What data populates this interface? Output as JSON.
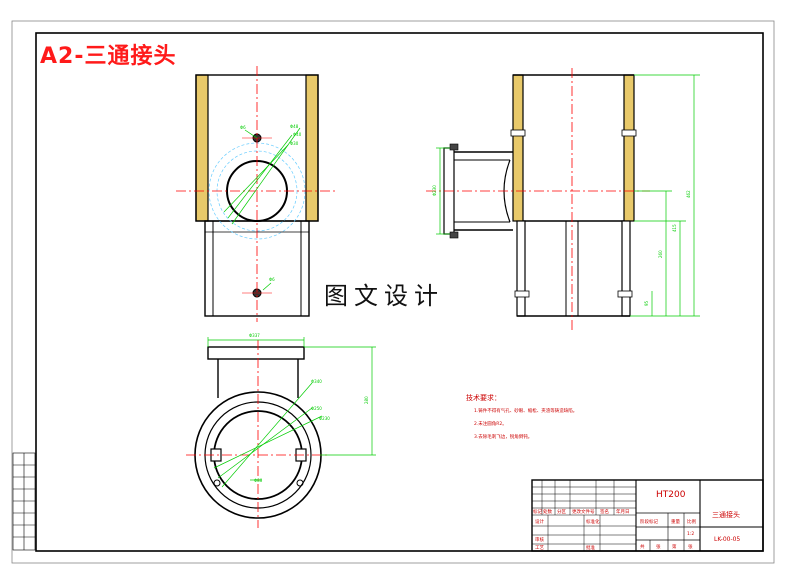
{
  "sheet": {
    "title": "A2-三通接头"
  },
  "watermark": "图文设计",
  "technical_requirements": {
    "title": "技术要求：",
    "items": [
      "1.铸件不得有气孔、砂眼、缩松、夹渣等铸造缺陷。",
      "2.未注圆角R2。",
      "3.去除毛刺飞边，锐角倒钝。"
    ]
  },
  "title_block": {
    "material": "HT200",
    "part_name": "三通接头",
    "drawing_number": "LK-00-05",
    "scale": "1:2",
    "header_labels": [
      "标记",
      "处数",
      "分区",
      "更改文件号",
      "签名",
      "年月日"
    ],
    "row_labels": [
      "设计",
      "审核",
      "工艺"
    ],
    "col_labels": [
      "标准化",
      "批准"
    ],
    "stage_labels": [
      "阶段标记",
      "重量",
      "比例"
    ],
    "sheet_labels": [
      "共",
      "张",
      "第",
      "张"
    ]
  },
  "colors": {
    "outline": "#000000",
    "title": "#ff1a1a",
    "centerline": "#ff0000",
    "dimension": "#00cc00",
    "hatch": "#e8c96a",
    "hidden_circle": "#66ccff"
  }
}
